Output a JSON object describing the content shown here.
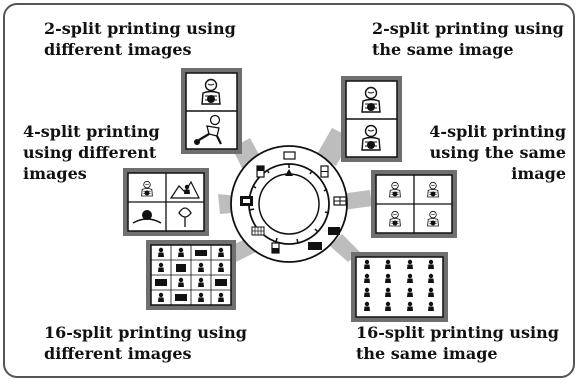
{
  "labels": {
    "two_diff": [
      "2-split printing using",
      "different images"
    ],
    "two_same": [
      "2-split printing using",
      "the same image"
    ],
    "four_diff": [
      "4-split printing",
      "using different",
      "images"
    ],
    "four_same": [
      "4-split printing",
      "using the same",
      "image"
    ],
    "sixteen_diff": [
      "16-split printing using",
      "different images"
    ],
    "sixteen_same": [
      "16-split printing using",
      "the same image"
    ]
  },
  "colors": {
    "border": "#555555",
    "beam": "#bdbdbd",
    "panel_frame": "#6f6f6f",
    "ink": "#111111"
  },
  "icons": [
    "person-figure-icon",
    "dial-icon",
    "mode-selector-icon"
  ]
}
